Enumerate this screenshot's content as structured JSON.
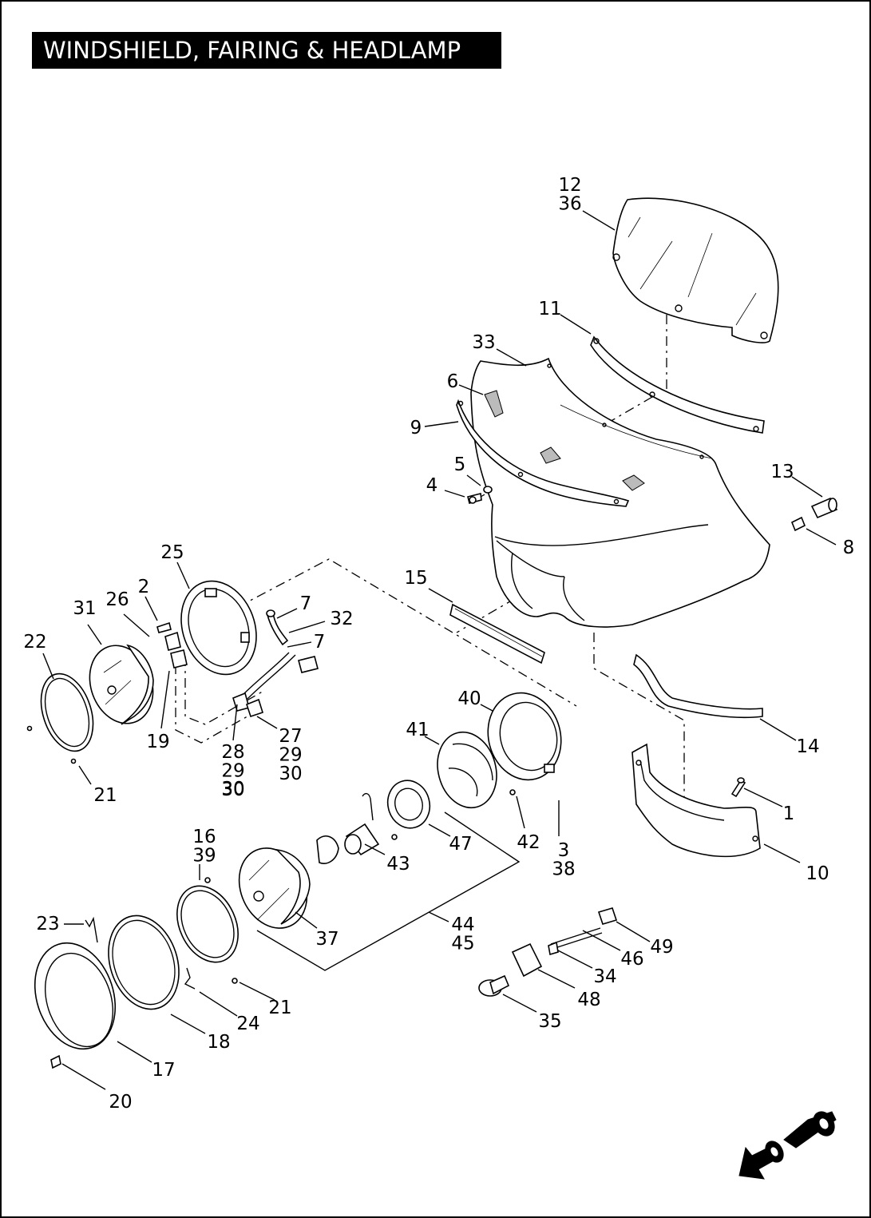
{
  "title": "WINDSHIELD, FAIRING & HEADLAMP",
  "callouts": [
    {
      "id": "c12-36",
      "lines": [
        "12",
        "36"
      ]
    },
    {
      "id": "c11",
      "lines": [
        "11"
      ]
    },
    {
      "id": "c33",
      "lines": [
        "33"
      ]
    },
    {
      "id": "c6",
      "lines": [
        "6"
      ]
    },
    {
      "id": "c9",
      "lines": [
        "9"
      ]
    },
    {
      "id": "c5",
      "lines": [
        "5"
      ]
    },
    {
      "id": "c4",
      "lines": [
        "4"
      ]
    },
    {
      "id": "c13",
      "lines": [
        "13"
      ]
    },
    {
      "id": "c8",
      "lines": [
        "8"
      ]
    },
    {
      "id": "c25",
      "lines": [
        "25"
      ]
    },
    {
      "id": "c2",
      "lines": [
        "2"
      ]
    },
    {
      "id": "c26",
      "lines": [
        "26"
      ]
    },
    {
      "id": "c31",
      "lines": [
        "31"
      ]
    },
    {
      "id": "c22",
      "lines": [
        "22"
      ]
    },
    {
      "id": "c7a",
      "lines": [
        "7"
      ]
    },
    {
      "id": "c32",
      "lines": [
        "32"
      ]
    },
    {
      "id": "c7b",
      "lines": [
        "7"
      ]
    },
    {
      "id": "c15",
      "lines": [
        "15"
      ]
    },
    {
      "id": "c19",
      "lines": [
        "19"
      ]
    },
    {
      "id": "c21a",
      "lines": [
        "21"
      ]
    },
    {
      "id": "c28-30",
      "lines": [
        "28",
        "29",
        "30"
      ]
    },
    {
      "id": "c27-30",
      "lines": [
        "27",
        "29",
        "30"
      ]
    },
    {
      "id": "c30",
      "lines": [
        "30"
      ]
    },
    {
      "id": "c40",
      "lines": [
        "40"
      ]
    },
    {
      "id": "c41",
      "lines": [
        "41"
      ]
    },
    {
      "id": "c14",
      "lines": [
        "14"
      ]
    },
    {
      "id": "c1",
      "lines": [
        "1"
      ]
    },
    {
      "id": "c10",
      "lines": [
        "10"
      ]
    },
    {
      "id": "c47",
      "lines": [
        "47"
      ]
    },
    {
      "id": "c42",
      "lines": [
        "42"
      ]
    },
    {
      "id": "c3-38",
      "lines": [
        "3",
        "38"
      ]
    },
    {
      "id": "c43",
      "lines": [
        "43"
      ]
    },
    {
      "id": "c16-39",
      "lines": [
        "16",
        "39"
      ]
    },
    {
      "id": "c37",
      "lines": [
        "37"
      ]
    },
    {
      "id": "c44-45",
      "lines": [
        "44",
        "45"
      ]
    },
    {
      "id": "c23",
      "lines": [
        "23"
      ]
    },
    {
      "id": "c49",
      "lines": [
        "49"
      ]
    },
    {
      "id": "c46",
      "lines": [
        "46"
      ]
    },
    {
      "id": "c34",
      "lines": [
        "34"
      ]
    },
    {
      "id": "c48",
      "lines": [
        "48"
      ]
    },
    {
      "id": "c21b",
      "lines": [
        "21"
      ]
    },
    {
      "id": "c24",
      "lines": [
        "24"
      ]
    },
    {
      "id": "c18",
      "lines": [
        "18"
      ]
    },
    {
      "id": "c35",
      "lines": [
        "35"
      ]
    },
    {
      "id": "c17",
      "lines": [
        "17"
      ]
    },
    {
      "id": "c20",
      "lines": [
        "20"
      ]
    }
  ]
}
